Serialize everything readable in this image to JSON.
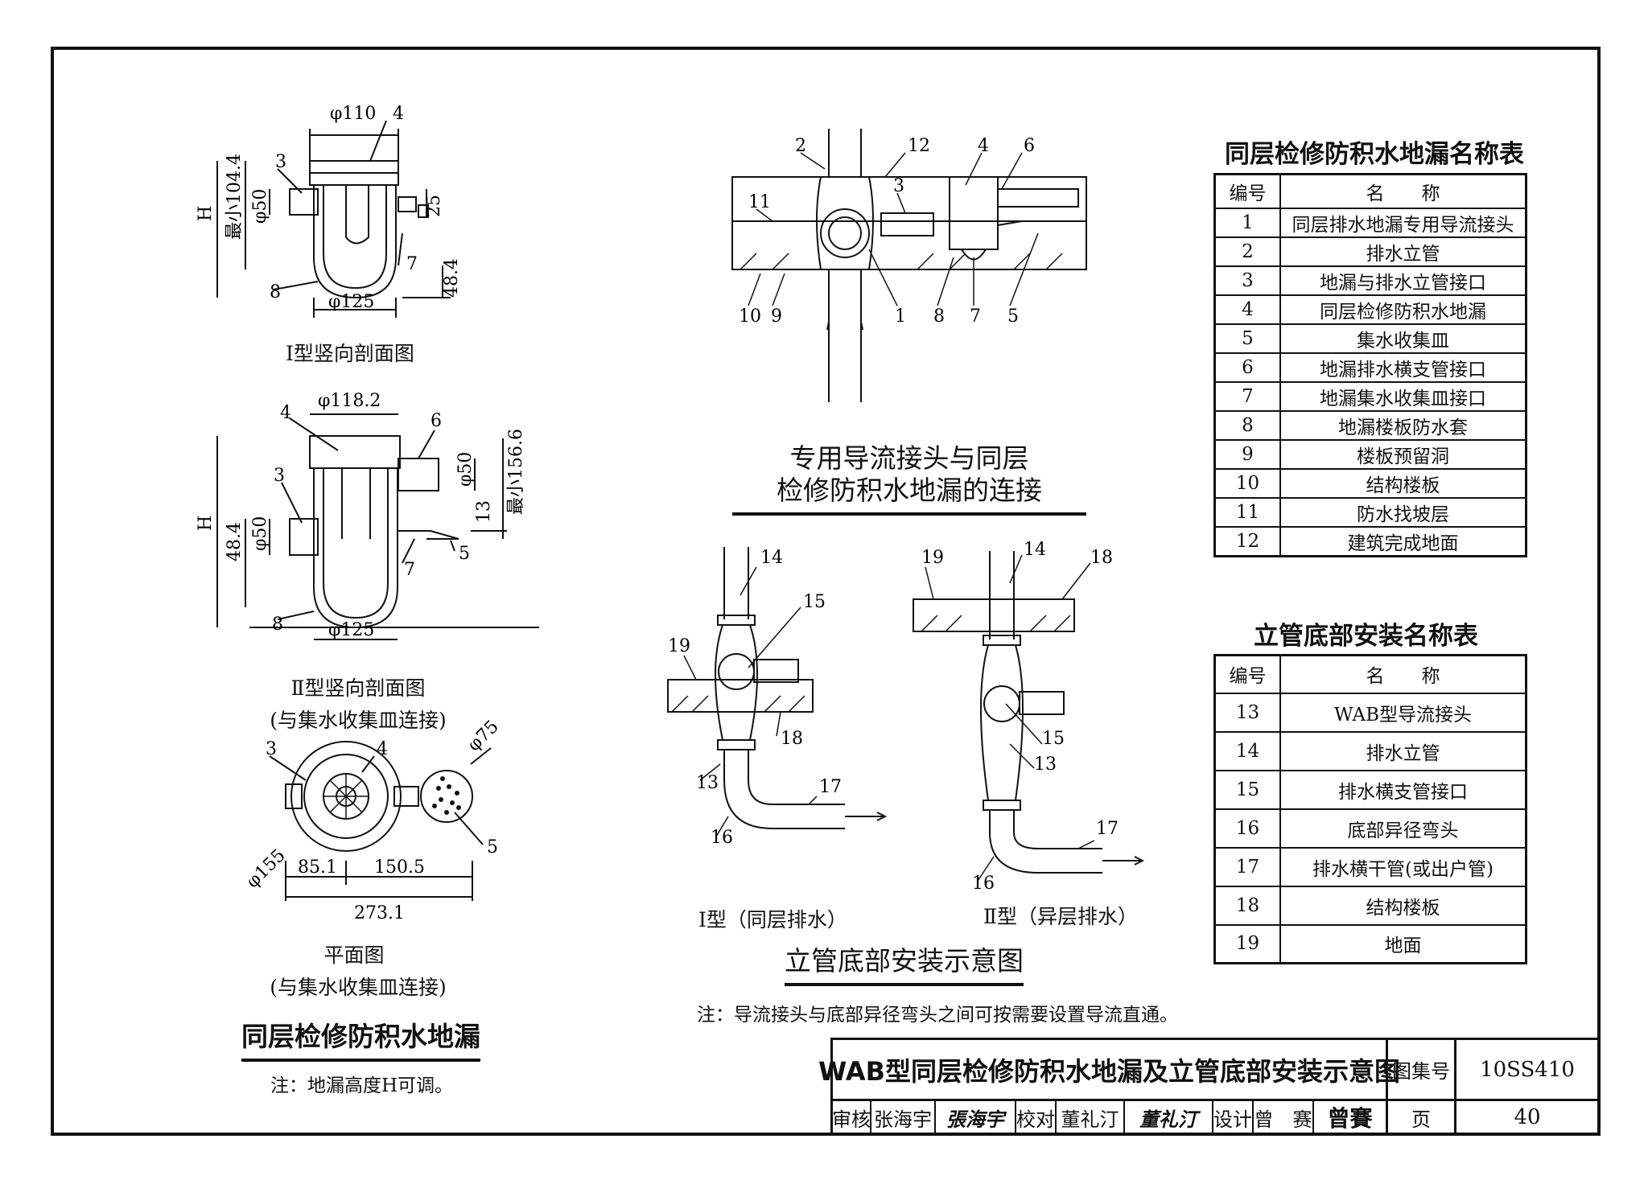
{
  "diagrams": {
    "type1": {
      "caption": "I型竖向剖面图",
      "dims": {
        "top": "φ110",
        "side": "最小104.4",
        "inlet": "φ50",
        "small": "25",
        "bottom_h": "48.4",
        "bottom": "φ125",
        "h": "H"
      },
      "callouts": [
        "3",
        "4",
        "7",
        "8"
      ]
    },
    "type2": {
      "caption_line1": "Ⅱ型竖向剖面图",
      "caption_line2": "(与集水收集皿连接)",
      "dims": {
        "top": "φ118.2",
        "outlet": "φ50",
        "inlet": "φ50",
        "h_inlet": "48.4",
        "small": "13",
        "side": "最小156.6",
        "bottom": "φ125",
        "h": "H"
      },
      "callouts": [
        "3",
        "4",
        "5",
        "6",
        "7",
        "8"
      ]
    },
    "plan": {
      "caption_line1": "平面图",
      "caption_line2": "(与集水收集皿连接)",
      "dims": {
        "d155": "φ155",
        "d75": "φ75",
        "w1": "85.1",
        "w2": "150.5",
        "total": "273.1"
      },
      "callouts": [
        "3",
        "4",
        "5"
      ]
    },
    "floor_drain_title": "同层检修防积水地漏",
    "floor_drain_note": "注：地漏高度H可调。",
    "connection": {
      "title_line1": "专用导流接头与同层",
      "title_line2": "检修防积水地漏的连接",
      "callouts_top": [
        "2",
        "12",
        "4",
        "6",
        "3",
        "11"
      ],
      "callouts_bottom": [
        "10",
        "9",
        "1",
        "8",
        "7",
        "5"
      ]
    },
    "riser": {
      "type1_caption": "Ⅰ型（同层排水）",
      "type2_caption": "Ⅱ型（异层排水）",
      "title": "立管底部安装示意图",
      "note": "注：导流接头与底部异径弯头之间可按需要设置导流直通。",
      "type1_callouts": [
        "14",
        "15",
        "19",
        "18",
        "13",
        "17",
        "16"
      ],
      "type2_callouts": [
        "19",
        "14",
        "18",
        "15",
        "13",
        "17",
        "16"
      ]
    }
  },
  "table1": {
    "title": "同层检修防积水地漏名称表",
    "headers": [
      "编号",
      "名　　称"
    ],
    "rows": [
      [
        "1",
        "同层排水地漏专用导流接头"
      ],
      [
        "2",
        "排水立管"
      ],
      [
        "3",
        "地漏与排水立管接口"
      ],
      [
        "4",
        "同层检修防积水地漏"
      ],
      [
        "5",
        "集水收集皿"
      ],
      [
        "6",
        "地漏排水横支管接口"
      ],
      [
        "7",
        "地漏集水收集皿接口"
      ],
      [
        "8",
        "地漏楼板防水套"
      ],
      [
        "9",
        "楼板预留洞"
      ],
      [
        "10",
        "结构楼板"
      ],
      [
        "11",
        "防水找坡层"
      ],
      [
        "12",
        "建筑完成地面"
      ]
    ]
  },
  "table2": {
    "title": "立管底部安装名称表",
    "headers": [
      "编号",
      "名　　称"
    ],
    "rows": [
      [
        "13",
        "WAB型导流接头"
      ],
      [
        "14",
        "排水立管"
      ],
      [
        "15",
        "排水横支管接口"
      ],
      [
        "16",
        "底部异径弯头"
      ],
      [
        "17",
        "排水横干管(或出户管)"
      ],
      [
        "18",
        "结构楼板"
      ],
      [
        "19",
        "地面"
      ]
    ]
  },
  "title_block": {
    "title": "WAB型同层检修防积水地漏及立管底部安装示意图",
    "atlas_label": "图集号",
    "atlas_no": "10SS410",
    "page_label": "页",
    "page_no": "40",
    "review_label": "审核",
    "reviewer": "张海宇",
    "review_sig": "張海宇",
    "check_label": "校对",
    "checker": "董礼汀",
    "check_sig": "董礼汀",
    "design_label": "设计",
    "designer": "曾　赛",
    "design_sig": "曾賽"
  }
}
